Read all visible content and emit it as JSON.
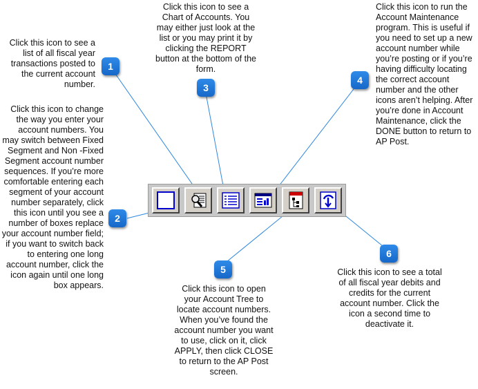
{
  "callouts": [
    {
      "number": "1",
      "text": "Click this icon to see a list of all fiscal year transactions posted to the current account number."
    },
    {
      "number": "2",
      "text": "Click this icon to change the way you enter your account numbers. You may switch between Fixed Segment and Non -Fixed Segment account number sequences. If you’re more comfortable entering each segment of your account number separately, click this icon until you see a number of boxes replace your account number field; if you want to switch back to entering one long account number, click the icon again until one long box appears."
    },
    {
      "number": "3",
      "text": "Click this icon to see a Chart of Accounts. You may either just look at the list or you may print it by clicking the REPORT button at the bottom of the form."
    },
    {
      "number": "4",
      "text": "Click this icon to run the Account Maintenance program. This is useful if you need to set up a new account number while you’re posting or if you’re having difficulty locating the correct account number and the other icons aren’t helping. After you’re done in Account Maintenance, click the DONE button to return to AP Post."
    },
    {
      "number": "5",
      "text": "Click this icon to open your Account Tree to locate account numbers. When you’ve found the account number you want to use, click on it, click APPLY, then click CLOSE to return to the AP Post screen."
    },
    {
      "number": "6",
      "text": "Click this icon to see a total of all fiscal year debits and credits for the current account number. Click the icon a second time to deactivate it."
    }
  ],
  "toolbar": {
    "buttons": [
      {
        "icon": "segment-box-icon"
      },
      {
        "icon": "magnifier-list-icon"
      },
      {
        "icon": "list-icon"
      },
      {
        "icon": "account-window-icon"
      },
      {
        "icon": "account-tree-icon"
      },
      {
        "icon": "totals-icon"
      }
    ]
  },
  "colors": {
    "badge": "#1f78d8",
    "leader_line": "#2b86e0",
    "toolbar_bg": "#c8c8c8",
    "icon_blue": "#0000cc"
  }
}
